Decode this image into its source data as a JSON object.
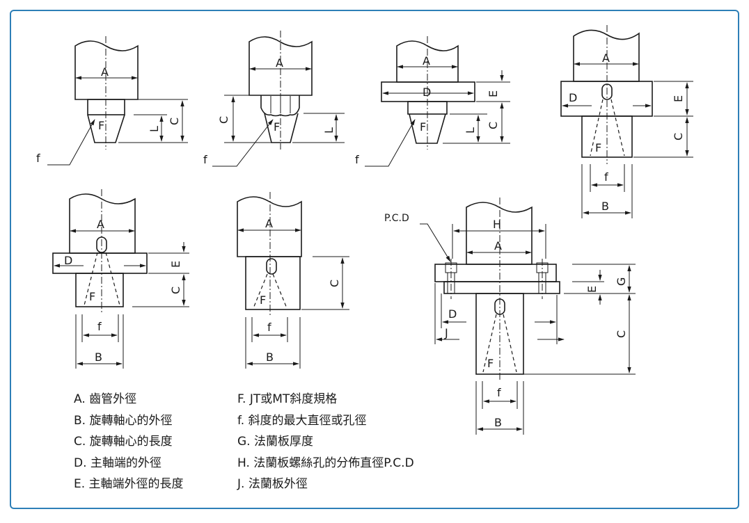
{
  "colors": {
    "frame": "#2d7fb7",
    "line": "#1a1a1a"
  },
  "labels": {
    "A": "A",
    "B": "B",
    "C": "C",
    "D": "D",
    "E": "E",
    "F": "F",
    "f": "f",
    "G": "G",
    "H": "H",
    "J": "J",
    "L": "L",
    "pcd": "P.C.D"
  },
  "legend_left": [
    "A. 齒管外徑",
    "B. 旋轉軸心的外徑",
    "C. 旋轉軸心的長度",
    "D. 主軸端的外徑",
    "E. 主軸端外徑的長度"
  ],
  "legend_right": [
    "F. JT或MT斜度規格",
    "f. 斜度的最大直徑或孔徑",
    "G. 法蘭板厚度",
    "H. 法蘭板螺絲孔的分佈直徑P.C.D",
    "J. 法蘭板外徑"
  ]
}
